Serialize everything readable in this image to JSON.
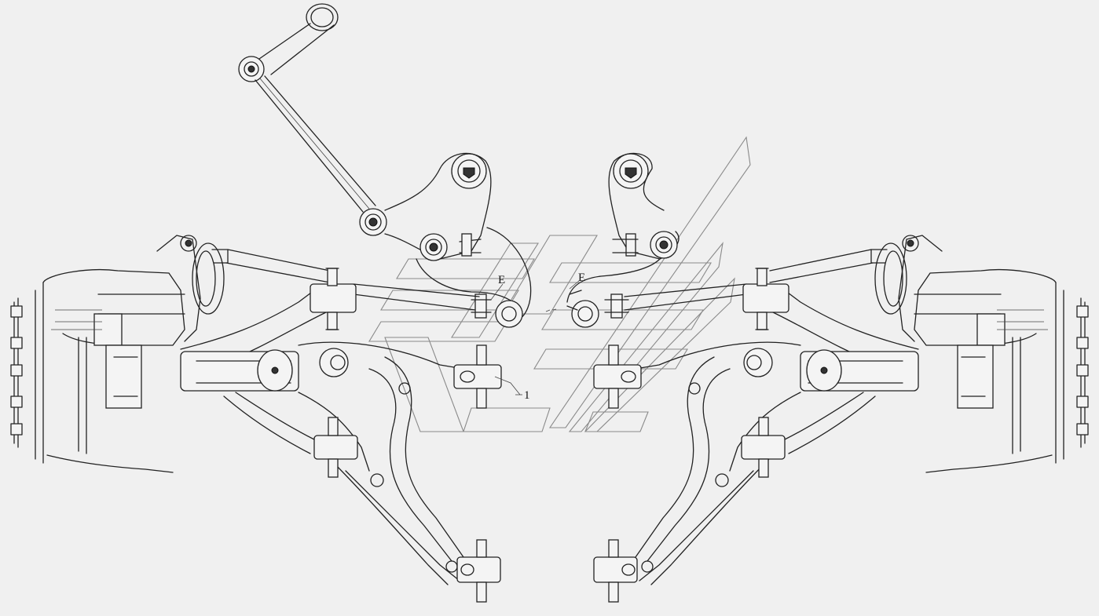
{
  "callouts": {
    "detail_e_left": "E",
    "detail_e_right": "E",
    "part_1": "1"
  },
  "icons": {
    "watermark": "watermark-logo",
    "assembly": "front-suspension-assembly"
  }
}
